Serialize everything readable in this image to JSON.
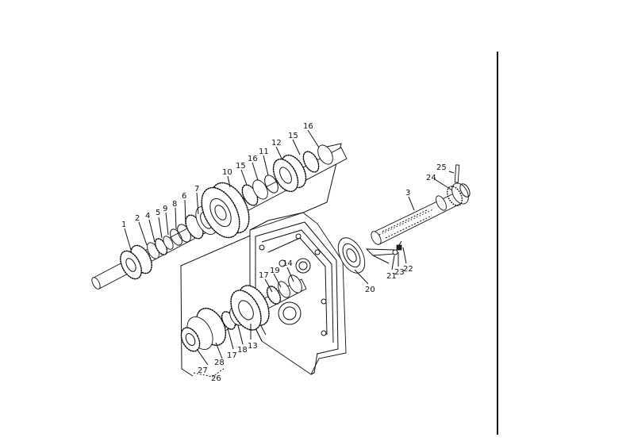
{
  "diagram": {
    "part_labels": [
      {
        "id": "p1",
        "text": "1"
      },
      {
        "id": "p2",
        "text": "2"
      },
      {
        "id": "p4",
        "text": "4"
      },
      {
        "id": "p5",
        "text": "5"
      },
      {
        "id": "p9",
        "text": "9"
      },
      {
        "id": "p8",
        "text": "8"
      },
      {
        "id": "p6",
        "text": "6"
      },
      {
        "id": "p7",
        "text": "7"
      },
      {
        "id": "p10",
        "text": "10"
      },
      {
        "id": "p15a",
        "text": "15"
      },
      {
        "id": "p16a",
        "text": "16"
      },
      {
        "id": "p11",
        "text": "11"
      },
      {
        "id": "p12",
        "text": "12"
      },
      {
        "id": "p15b",
        "text": "15"
      },
      {
        "id": "p16b",
        "text": "16"
      },
      {
        "id": "p3",
        "text": "3"
      },
      {
        "id": "p24",
        "text": "24"
      },
      {
        "id": "p25",
        "text": "25"
      },
      {
        "id": "p20",
        "text": "20"
      },
      {
        "id": "p21",
        "text": "21"
      },
      {
        "id": "p23",
        "text": "23"
      },
      {
        "id": "p22",
        "text": "22"
      },
      {
        "id": "p17a",
        "text": "17"
      },
      {
        "id": "p19",
        "text": "19"
      },
      {
        "id": "p14",
        "text": "14"
      },
      {
        "id": "p13",
        "text": "13"
      },
      {
        "id": "p18",
        "text": "18"
      },
      {
        "id": "p17b",
        "text": "17"
      },
      {
        "id": "p28",
        "text": "28"
      },
      {
        "id": "p27",
        "text": "27"
      },
      {
        "id": "p26",
        "text": "26"
      }
    ]
  }
}
